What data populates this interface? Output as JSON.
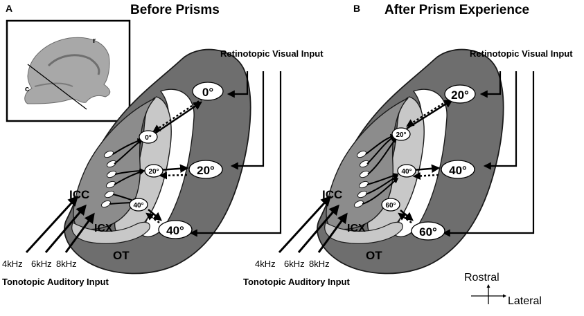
{
  "panel_a": {
    "letter": "A",
    "title": "Before Prisms",
    "inset": {
      "rostral_mark": "r",
      "caudal_mark": "c"
    },
    "retinotopic_label": "Retinotopic Visual Input",
    "tonotopic_label": "Tonotopic Auditory Input",
    "region_labels": {
      "icc": "ICC",
      "icx": "ICX",
      "ot": "OT"
    },
    "frequencies": [
      "4kHz",
      "6kHz",
      "8kHz"
    ],
    "icx_nodes": [
      "0°",
      "20°",
      "40°"
    ],
    "ot_nodes": [
      "0°",
      "20°",
      "40°"
    ]
  },
  "panel_b": {
    "letter": "B",
    "title": "After Prism Experience",
    "retinotopic_label": "Retinotopic Visual Input",
    "tonotopic_label": "Tonotopic Auditory Input",
    "region_labels": {
      "icc": "ICC",
      "icx": "ICX",
      "ot": "OT"
    },
    "frequencies": [
      "4kHz",
      "6kHz",
      "8kHz"
    ],
    "icx_nodes": [
      "20°",
      "40°",
      "60°"
    ],
    "ot_nodes": [
      "20°",
      "40°",
      "60°"
    ]
  },
  "compass": {
    "vertical": "Rostral",
    "horizontal": "Lateral"
  }
}
